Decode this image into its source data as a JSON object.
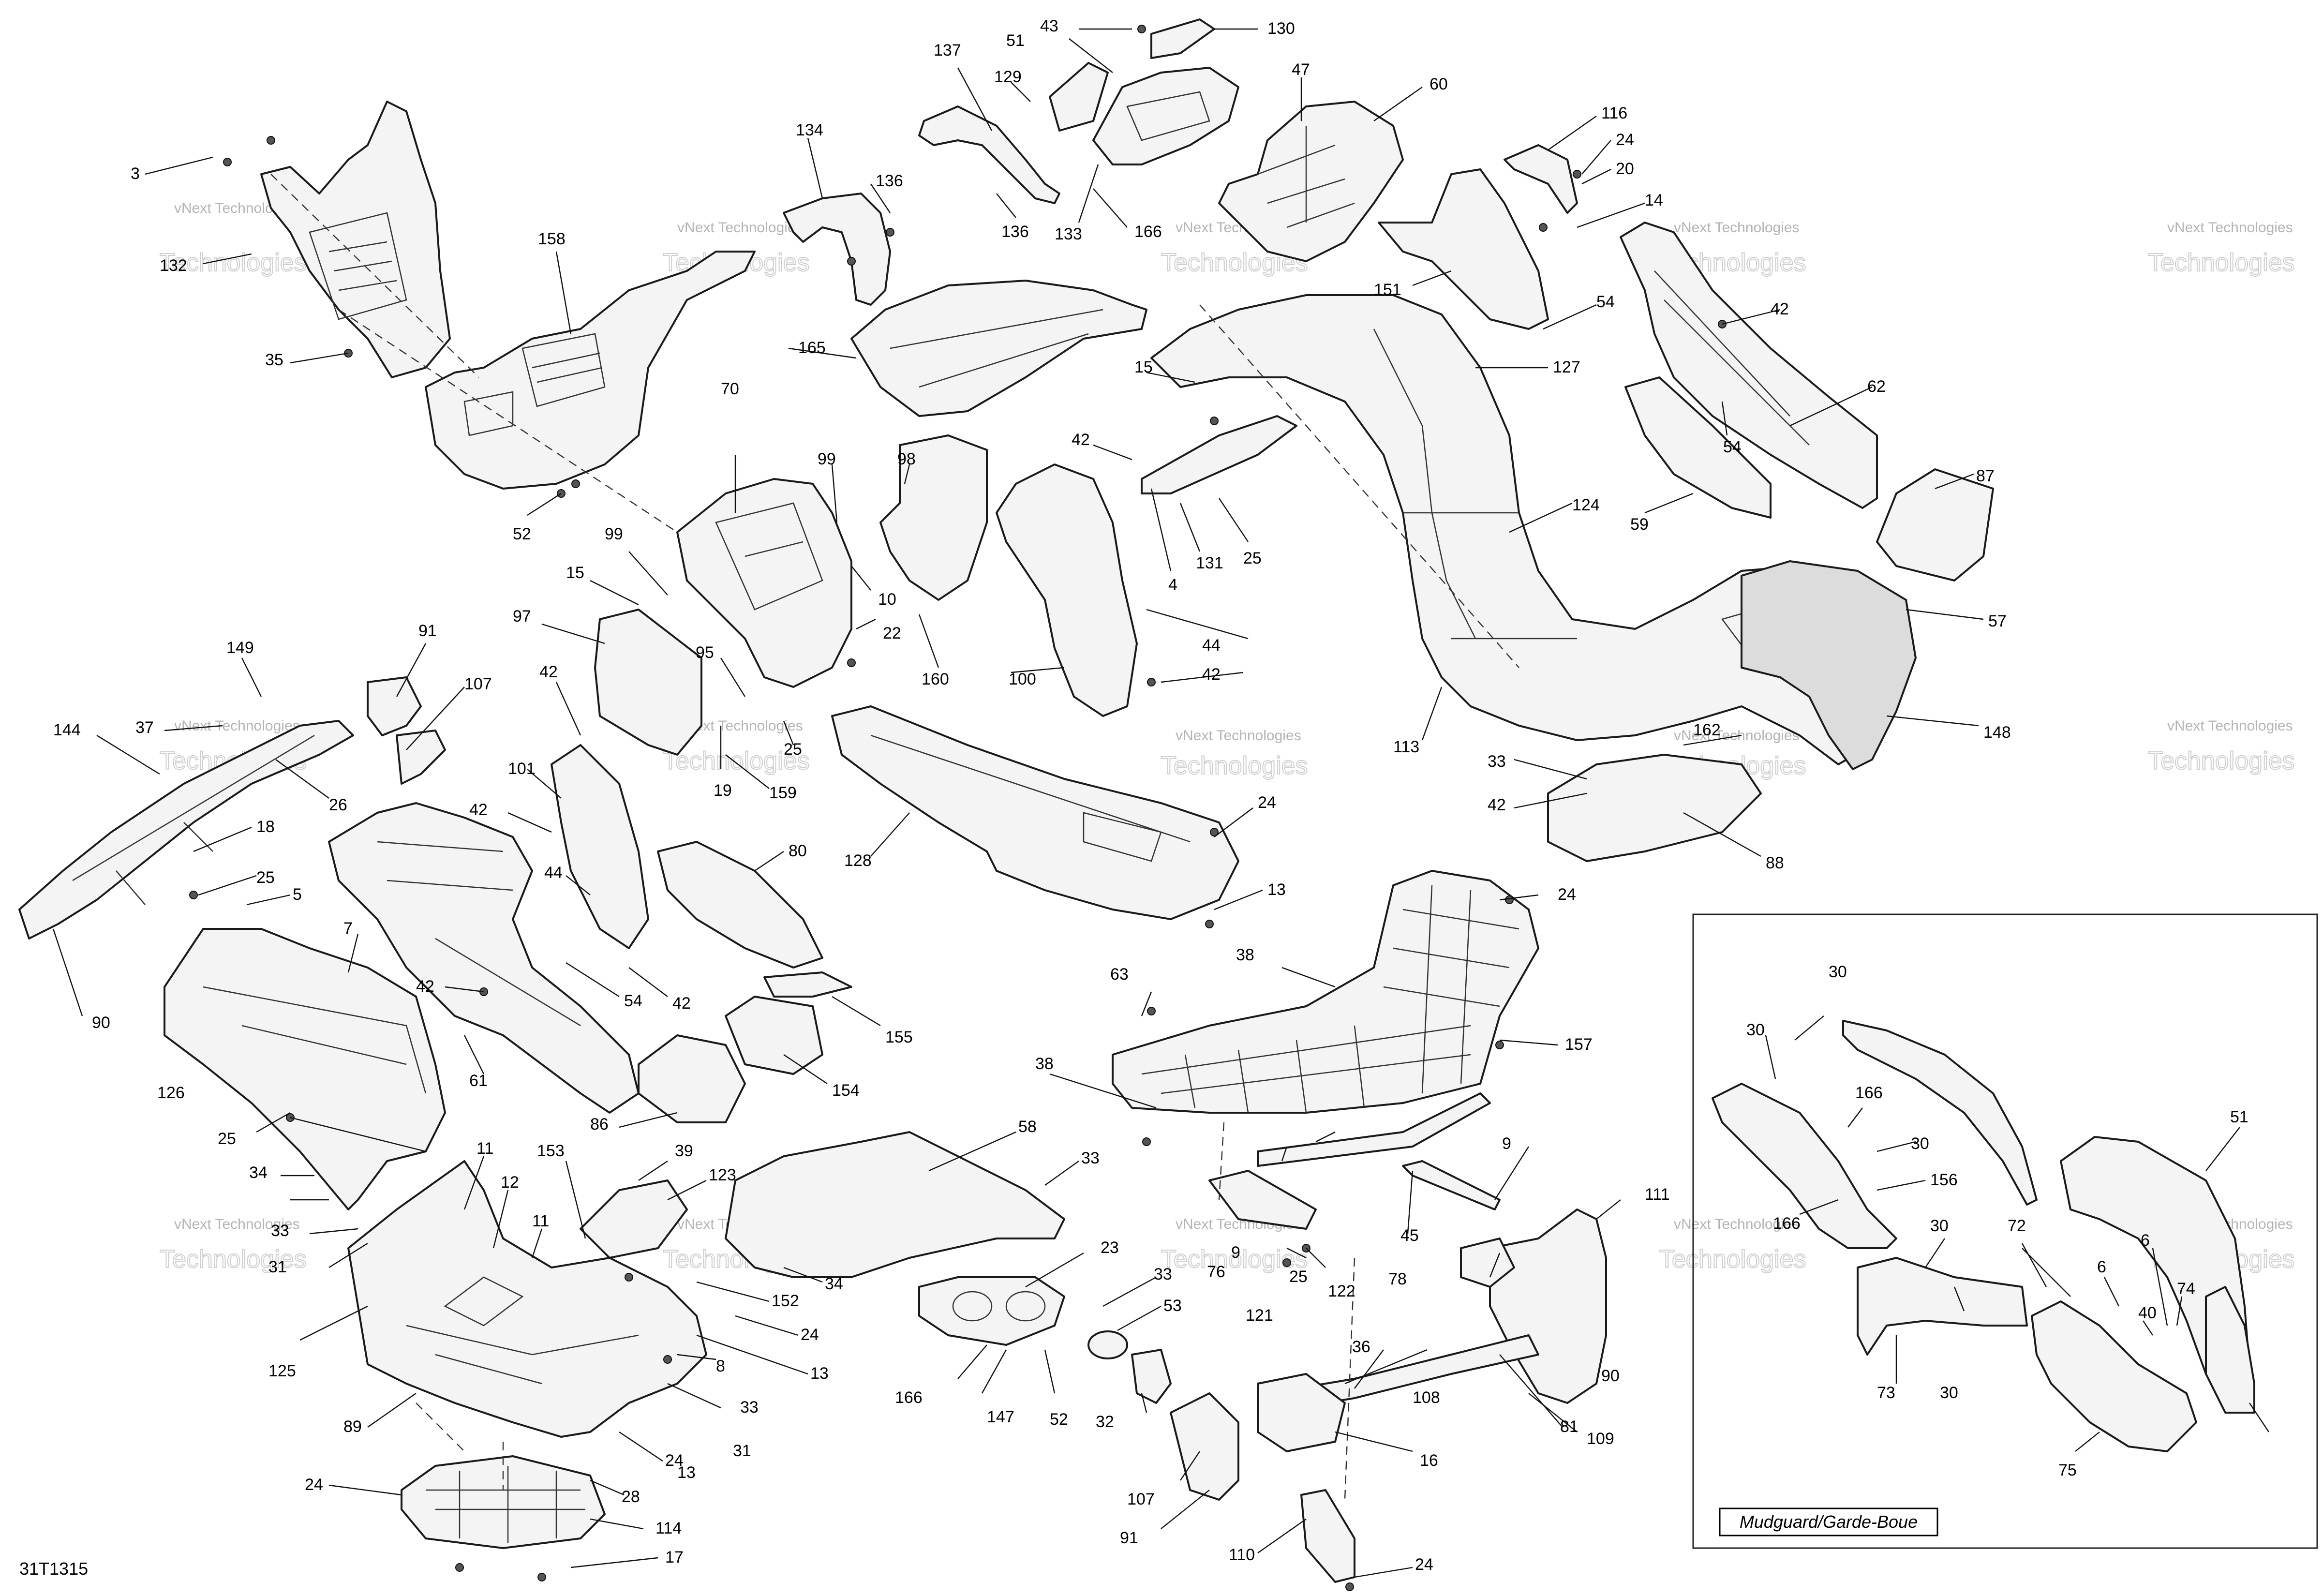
{
  "drawing_number": "31T1315",
  "inset_caption": "Mudguard/Garde-Boue",
  "watermark": {
    "line1": "vNext Technologies",
    "line2": "Technologies"
  },
  "callouts": [
    "3",
    "132",
    "35",
    "158",
    "52",
    "137",
    "129",
    "134",
    "136",
    "136",
    "133",
    "43",
    "51",
    "130",
    "166",
    "47",
    "60",
    "116",
    "24",
    "20",
    "14",
    "151",
    "54",
    "42",
    "62",
    "54",
    "59",
    "87",
    "57",
    "148",
    "162",
    "88",
    "33",
    "42",
    "165",
    "127",
    "124",
    "113",
    "15",
    "42",
    "131",
    "25",
    "4",
    "44",
    "42",
    "99",
    "98",
    "70",
    "100",
    "160",
    "10",
    "22",
    "99",
    "15",
    "95",
    "97",
    "42",
    "19",
    "159",
    "25",
    "128",
    "24",
    "13",
    "149",
    "37",
    "144",
    "26",
    "18",
    "25",
    "5",
    "90",
    "91",
    "107",
    "101",
    "42",
    "44",
    "80",
    "54",
    "42",
    "42",
    "7",
    "126",
    "25",
    "61",
    "155",
    "154",
    "86",
    "34",
    "33",
    "31",
    "11",
    "12",
    "11",
    "153",
    "39",
    "123",
    "58",
    "33",
    "34",
    "152",
    "24",
    "13",
    "8",
    "33",
    "31",
    "125",
    "89",
    "24",
    "13",
    "114",
    "24",
    "28",
    "17",
    "23",
    "166",
    "147",
    "52",
    "33",
    "53",
    "32",
    "107",
    "91",
    "110",
    "24",
    "16",
    "36",
    "108",
    "81",
    "109",
    "90",
    "111",
    "78",
    "45",
    "9",
    "76",
    "9",
    "25",
    "121",
    "122",
    "38",
    "63",
    "38",
    "24",
    "157",
    "30",
    "30",
    "166",
    "30",
    "156",
    "166",
    "30",
    "72",
    "30",
    "73",
    "51",
    "6",
    "6",
    "40",
    "74",
    "75"
  ]
}
